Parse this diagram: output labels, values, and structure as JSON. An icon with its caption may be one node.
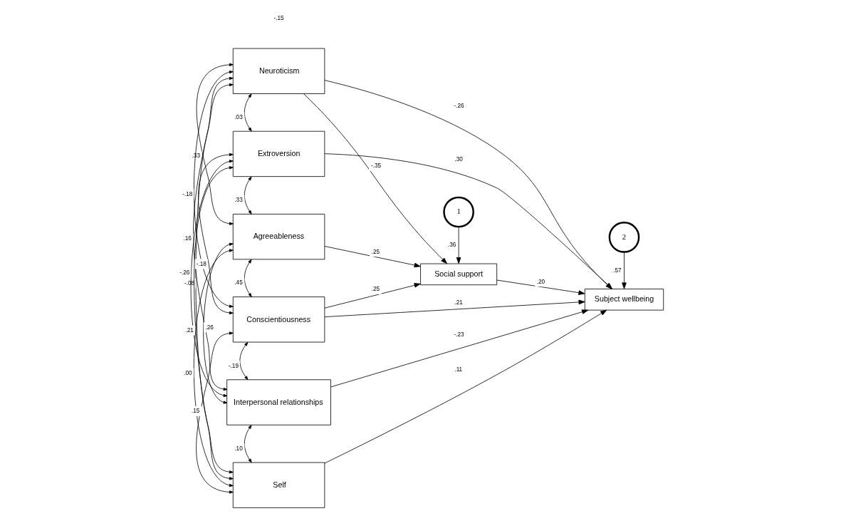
{
  "diagram": {
    "nodes": [
      {
        "text": [
          "Neuroticism"
        ]
      },
      {
        "text": [
          "Extroversion"
        ]
      },
      {
        "text": [
          "Agreeableness"
        ]
      },
      {
        "text": [
          "Conscientiousness"
        ]
      },
      {
        "text": [
          "Interpersonal relationships"
        ]
      },
      {
        "text": [
          "Self"
        ]
      },
      {
        "text": [
          "Social support"
        ]
      },
      {
        "text": [
          "Subject wellbeing"
        ]
      },
      {
        "text": [
          "1"
        ]
      },
      {
        "text": [
          "2"
        ]
      }
    ],
    "edges": [
      {
        "from": 0,
        "to": 1,
        "arrow": "both",
        "label": ".03"
      },
      {
        "from": 0,
        "to": 2,
        "arrow": "both",
        "label": ".33"
      },
      {
        "from": 0,
        "to": 3,
        "arrow": "both",
        "label": "-.18"
      },
      {
        "from": 0,
        "to": 4,
        "arrow": "both",
        "label": ".16"
      },
      {
        "from": 0,
        "to": 5,
        "arrow": "both",
        "label": "-.08"
      },
      {
        "from": 1,
        "to": 2,
        "arrow": "both",
        "label": ".33"
      },
      {
        "from": 1,
        "to": 3,
        "arrow": "both",
        "label": "-.18"
      },
      {
        "from": 1,
        "to": 4,
        "arrow": "both",
        "label": "-.26"
      },
      {
        "from": 1,
        "to": 5,
        "arrow": "both",
        "label": ".21"
      },
      {
        "from": 2,
        "to": 3,
        "arrow": "both",
        "label": ".45"
      },
      {
        "from": 2,
        "to": 4,
        "arrow": "both",
        "label": ".26"
      },
      {
        "from": 2,
        "to": 5,
        "arrow": "both",
        "label": ".00"
      },
      {
        "from": 3,
        "to": 4,
        "arrow": "both",
        "label": "-.19"
      },
      {
        "from": 3,
        "to": 5,
        "arrow": "both",
        "label": ".15"
      },
      {
        "from": 4,
        "to": 5,
        "arrow": "both",
        "label": ".10"
      },
      {
        "from": 0,
        "to": 7,
        "arrow": "to",
        "label": "-.26"
      },
      {
        "from": 0,
        "to": 6,
        "arrow": "to",
        "label": "-.35"
      },
      {
        "from": 1,
        "to": 7,
        "arrow": "to",
        "label": ".30"
      },
      {
        "from": 2,
        "to": 6,
        "arrow": "to",
        "label": ".25"
      },
      {
        "from": 3,
        "to": 6,
        "arrow": "to",
        "label": ".25"
      },
      {
        "from": 3,
        "to": 7,
        "arrow": "to",
        "label": ".21"
      },
      {
        "from": 6,
        "to": 7,
        "arrow": "to",
        "label": ".20"
      },
      {
        "from": 4,
        "to": 7,
        "arrow": "to",
        "label": "-.23"
      },
      {
        "from": 5,
        "to": 7,
        "arrow": "to",
        "label": ".11"
      },
      {
        "from": 8,
        "to": 6,
        "arrow": "to",
        "label": ".36"
      },
      {
        "from": 9,
        "to": 7,
        "arrow": "to",
        "label": ".57"
      }
    ],
    "labels": [
      "-.15"
    ]
  }
}
